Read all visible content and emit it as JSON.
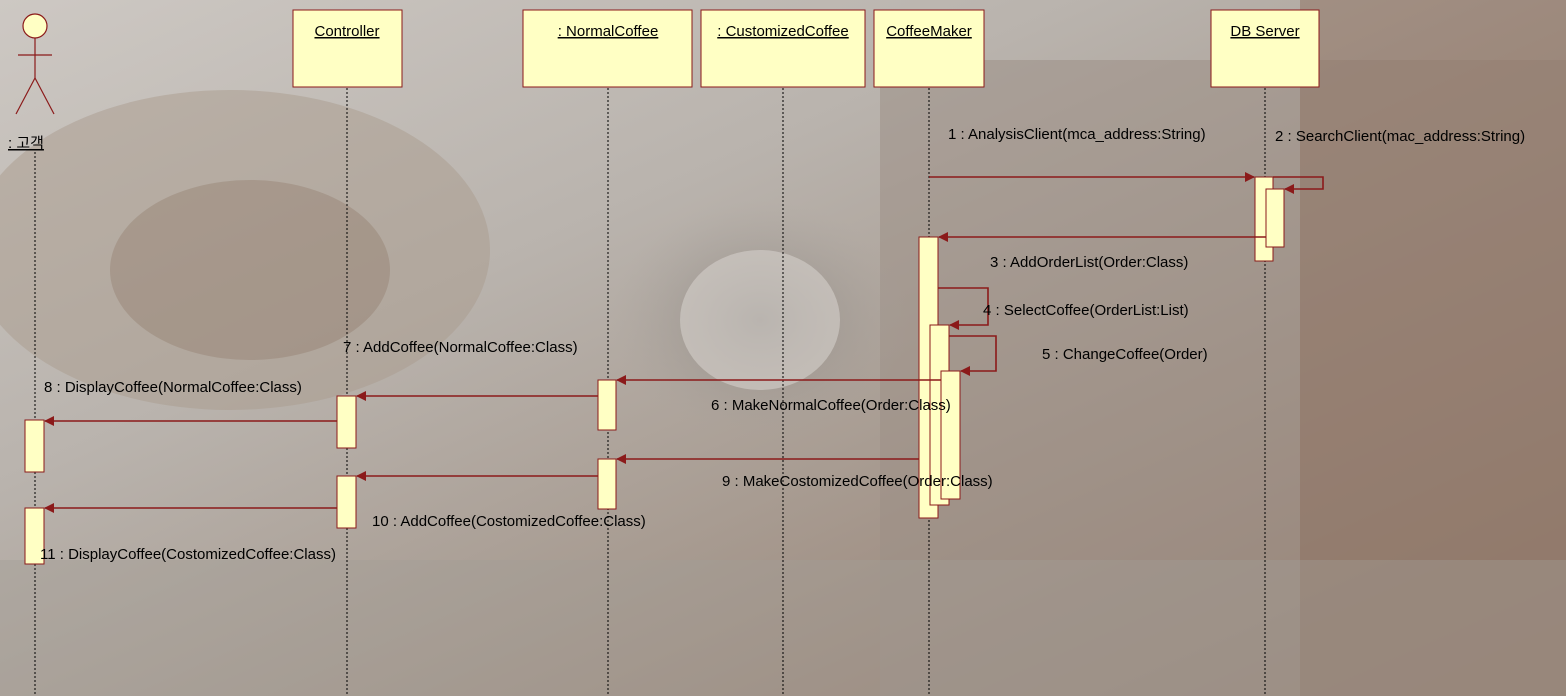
{
  "actor": {
    "name": ": 고객"
  },
  "lifelines": [
    {
      "id": "controller",
      "label": "Controller"
    },
    {
      "id": "normalcoffee",
      "label": ": NormalCoffee"
    },
    {
      "id": "customizedcoffee",
      "label": ": CustomizedCoffee"
    },
    {
      "id": "coffeemaker",
      "label": "CoffeeMaker"
    },
    {
      "id": "dbserver",
      "label": "DB Server"
    }
  ],
  "messages": [
    {
      "label": "1 : AnalysisClient(mca_address:String)"
    },
    {
      "label": "2 : SearchClient(mac_address:String)"
    },
    {
      "label": "3 : AddOrderList(Order:Class)"
    },
    {
      "label": "4 : SelectCoffee(OrderList:List)"
    },
    {
      "label": "5 : ChangeCoffee(Order)"
    },
    {
      "label": "6 : MakeNormalCoffee(Order:Class)"
    },
    {
      "label": "7 : AddCoffee(NormalCoffee:Class)"
    },
    {
      "label": "8 : DisplayCoffee(NormalCoffee:Class)"
    },
    {
      "label": "9 : MakeCostomizedCoffee(Order:Class)"
    },
    {
      "label": "10 : AddCoffee(CostomizedCoffee:Class)"
    },
    {
      "label": "11 : DisplayCoffee(CostomizedCoffee:Class)"
    }
  ],
  "colors": {
    "box_fill": "#ffffc4",
    "box_stroke": "#8b1a1a",
    "arrow": "#8b1a1a"
  }
}
